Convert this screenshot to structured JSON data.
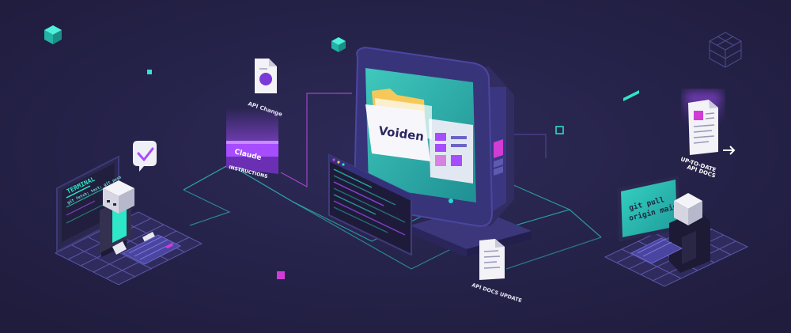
{
  "monitor": {
    "brand": "Voiden"
  },
  "left_station": {
    "terminal_title": "TERMINAL",
    "terminal_line": "git fetch; test; git push"
  },
  "instructions": {
    "api_change_label": "API Change",
    "tag_line1": "Claude",
    "tag_line2": "INSTRUCTIONS"
  },
  "docs_update": {
    "label": "API DOCS UPDATE"
  },
  "right_station": {
    "screen_line1": "git pull",
    "screen_line2": "origin main",
    "docs_label_line1": "UP-TO-DATE",
    "docs_label_line2": "API DOCS"
  },
  "colors": {
    "background": "#26234a",
    "teal": "#2ee6c8",
    "purple": "#a64dff",
    "magenta": "#d03cd6",
    "panel": "#3a3670"
  }
}
